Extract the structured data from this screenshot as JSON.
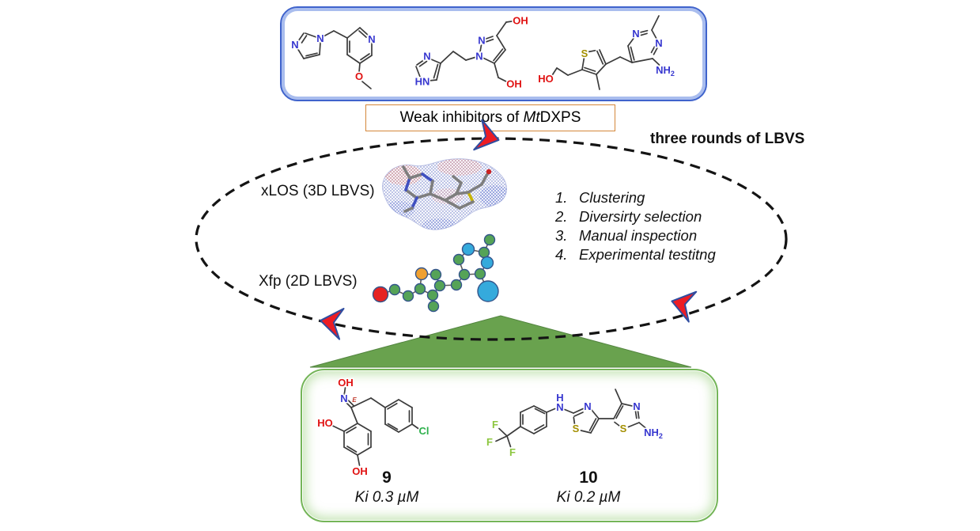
{
  "weak_label": {
    "prefix": "Weak inhibitors of ",
    "organism": "Mt",
    "suffix": "DXPS"
  },
  "cycle": {
    "title": "three rounds of LBVS",
    "xlos_label": "xLOS (3D LBVS)",
    "xfp_label": "Xfp (2D LBVS)",
    "steps": [
      {
        "num": "1.",
        "text": "Clustering"
      },
      {
        "num": "2.",
        "text": "Diversirty selection"
      },
      {
        "num": "3.",
        "text": "Manual inspection"
      },
      {
        "num": "4.",
        "text": "Experimental testitng"
      }
    ]
  },
  "inhibitors": {
    "mol1": {
      "n_imidazole_1": "N",
      "n_imidazole_3": "N",
      "n_pyridine": "N",
      "o_methoxy": "O"
    },
    "mol2": {
      "n_imidazole": "N",
      "hn_imidazole": "HN",
      "n1_pyrazole": "N",
      "n2_pyrazole": "N",
      "oh_top": "OH",
      "oh_bottom": "OH"
    },
    "mol3": {
      "ho": "HO",
      "s_thiophene": "S",
      "n1_pyrimidine": "N",
      "n3_pyrimidine": "N",
      "amine": "NH",
      "amine_sub": "2"
    }
  },
  "hits": {
    "compound9": {
      "id": "9",
      "ki": "Ki 0.3 µM",
      "oh_oxime": "OH",
      "n_oxime": "N",
      "e_config": "E",
      "ho_phenol": "HO",
      "oh_phenol": "OH",
      "cl": "Cl"
    },
    "compound10": {
      "id": "10",
      "ki": "Ki 0.2 µM",
      "h_amine": "H",
      "n_amine": "N",
      "n_thiazole_a": "N",
      "s_thiazole_a": "S",
      "n_thiazole_b": "N",
      "s_thiazole_b": "S",
      "amine": "NH",
      "amine_sub": "2",
      "f1": "F",
      "f2": "F",
      "f3": "F"
    }
  },
  "colors": {
    "blue_box_border": "#3f63cc",
    "blue_box_inner": "#a9bdee",
    "orange_box_border": "#d4873a",
    "green_triangle": "#69a24e",
    "green_box_border": "#74b558",
    "arrow_red": "#ec1c24",
    "arrow_outline": "#2f4da0",
    "atom_nitrogen": "#3636cf",
    "atom_oxygen": "#e01111",
    "atom_sulfur": "#a38f00",
    "atom_chlorine": "#2db04b",
    "atom_fluorine": "#8cc63f",
    "node_green": "#55a357",
    "node_blue": "#35aadc",
    "node_orange": "#f0a030",
    "node_red": "#e62222"
  }
}
